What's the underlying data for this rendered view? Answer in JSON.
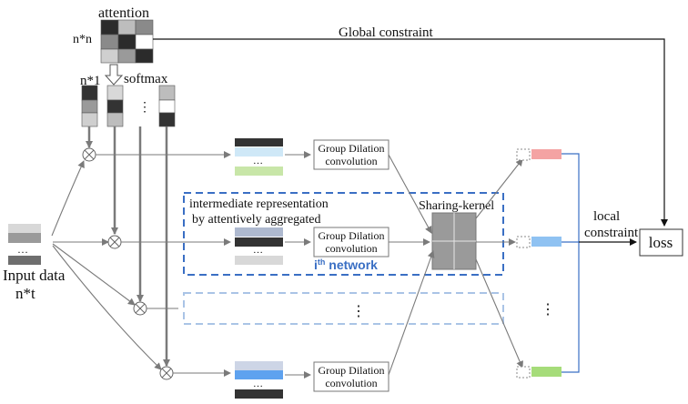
{
  "labels": {
    "attention": "attention",
    "n_by_n": "n*n",
    "softmax": "softmax",
    "n_by_1": "n*1",
    "global_constraint": "Global constraint",
    "input_data": "Input data",
    "n_by_t": "n*t",
    "intermediate_line1": "intermediate representation",
    "intermediate_line2": "by attentively aggregated",
    "ith": "i",
    "ith_sup": "th",
    "ith_rest": " network",
    "sharing_kernel": "Sharing-kernel",
    "local_line1": "local",
    "local_line2": "constraint",
    "loss": "loss",
    "ellipsis_h": "…",
    "ellipsis_v": "⋮"
  },
  "gdc_blocks": [
    {
      "line1": "Group Dilation",
      "line2": "convolution"
    },
    {
      "line1": "Group Dilation",
      "line2": "convolution"
    },
    {
      "line1": "Group Dilation",
      "line2": "convolution"
    }
  ],
  "colors": {
    "ith_network": "#3a6fc4",
    "ghost_network": "#aac4e6",
    "arrow": "#7a7a7a",
    "kernel": "#9a9a9a",
    "out_red": "#f4a3a3",
    "out_blue": "#8fc2f2",
    "out_green": "#a6dc7a"
  }
}
